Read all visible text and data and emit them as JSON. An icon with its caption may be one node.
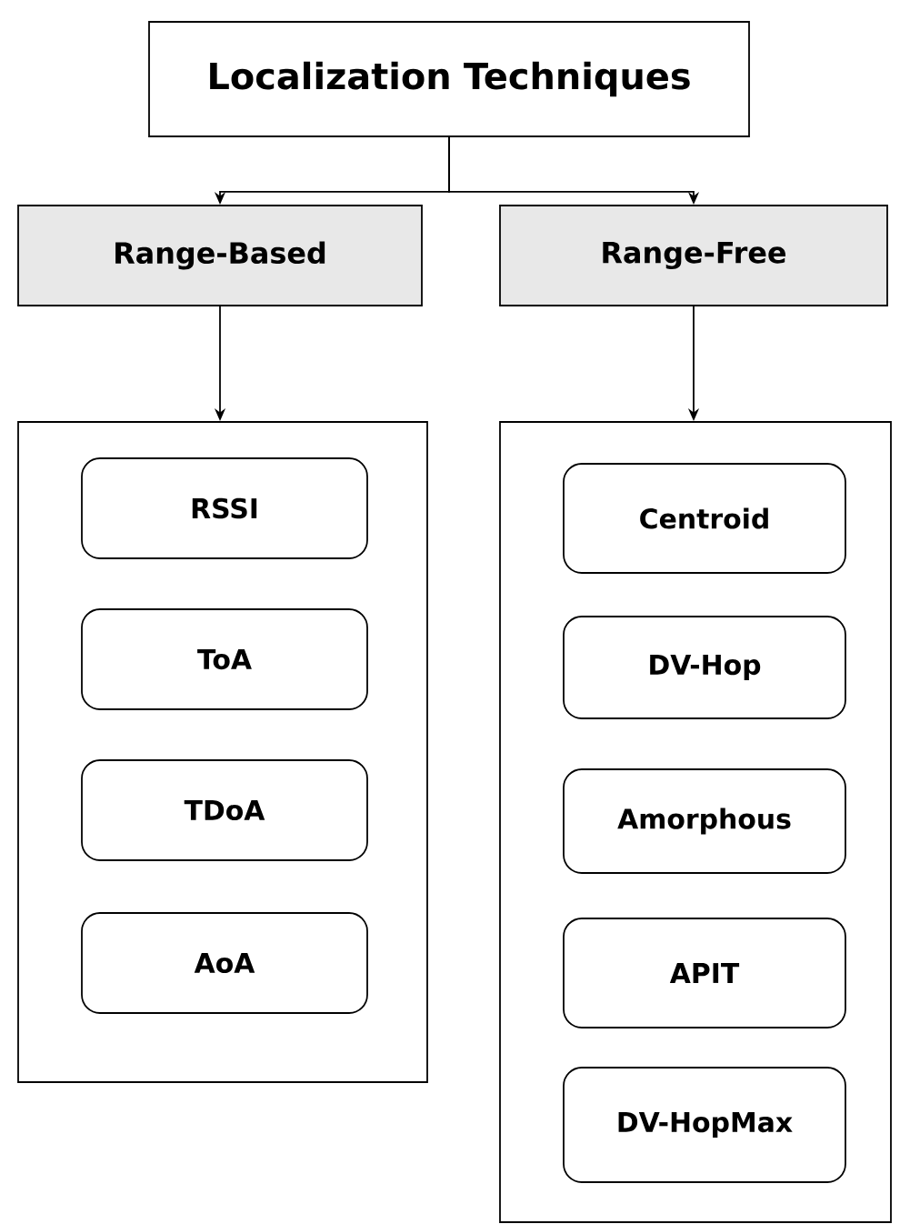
{
  "diagram": {
    "nodes": [
      {
        "text": [
          "Localization Techniques"
        ]
      },
      {
        "text": [
          "Range-Based"
        ]
      },
      {
        "text": [
          "Range-Free"
        ]
      },
      {
        "text": [],
        "shape": "box"
      },
      {
        "text": [],
        "shape": "box"
      },
      {
        "text": [
          "RSSI"
        ],
        "in": 3
      },
      {
        "text": [
          "ToA"
        ],
        "in": 3
      },
      {
        "text": [
          "TDoA"
        ],
        "in": 3
      },
      {
        "text": [
          "AoA"
        ],
        "in": 3
      },
      {
        "text": [
          "Centroid"
        ],
        "in": 4
      },
      {
        "text": [
          "DV-Hop"
        ],
        "in": 4
      },
      {
        "text": [
          "Amorphous"
        ],
        "in": 4
      },
      {
        "text": [
          "APIT"
        ],
        "in": 4
      },
      {
        "text": [
          "DV-HopMax"
        ],
        "in": 4
      }
    ],
    "edges": [
      {
        "from": 0,
        "to": 1,
        "arrow": "to"
      },
      {
        "from": 0,
        "to": 2,
        "arrow": "to"
      },
      {
        "from": 1,
        "to": 3,
        "arrow": "to"
      },
      {
        "from": 2,
        "to": 4,
        "arrow": "to"
      }
    ]
  }
}
